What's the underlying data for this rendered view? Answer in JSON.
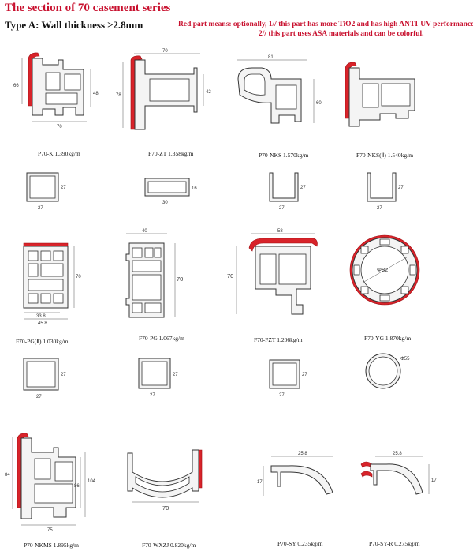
{
  "header": {
    "title": "The section of 70  casement series",
    "type_label": "Type A: Wall thickness ≥2.8mm",
    "note_line1": "Red part means: optionally, 1// this part has more TiO2 and has high ANTI-UV performance.",
    "note_line2": "2// this part uses ASA materials and can be colorful."
  },
  "colors": {
    "accent": "#c8102e",
    "outline": "#333333"
  },
  "profiles": [
    {
      "caption": "P70-K  1.390kg/m",
      "dims": [
        "66",
        "48",
        "70"
      ]
    },
    {
      "caption": "P70-ZT  1.358kg/m",
      "dims": [
        "70",
        "78",
        "42"
      ]
    },
    {
      "caption": "P70-NKS  1.570kg/m",
      "dims": [
        "81",
        "60"
      ]
    },
    {
      "caption": "P70-NKS(Ⅱ)  1.540kg/m",
      "dims": []
    },
    {
      "caption": "F70-PG(Ⅱ)  1.030kg/m",
      "dims": [
        "70",
        "33.8",
        "45.8"
      ]
    },
    {
      "caption": "F70-PG  1.067kg/m",
      "dims": [
        "40",
        "70"
      ]
    },
    {
      "caption": "F70-FZT  1.206kg/m",
      "dims": [
        "58",
        "70"
      ]
    },
    {
      "caption": "F70-YG  1.870kg/m",
      "dims": [
        "Φ82"
      ]
    },
    {
      "caption": "P70-NKMS  1.895kg/m",
      "dims": [
        "84",
        "104",
        "86",
        "75"
      ]
    },
    {
      "caption": "F70-WXZJ  0.820kg/m",
      "dims": [
        "70"
      ]
    },
    {
      "caption": "P70-SY  0.235kg/m",
      "dims": [
        "25.8",
        "17"
      ]
    },
    {
      "caption": "P70-SY-R  0.275kg/m",
      "dims": [
        "25.8",
        "17"
      ]
    }
  ],
  "steel": [
    {
      "dims": [
        "27",
        "27"
      ]
    },
    {
      "dims": [
        "30",
        "16"
      ]
    },
    {
      "dims": [
        "27",
        "27"
      ]
    },
    {
      "dims": [
        "27",
        "27"
      ]
    },
    {
      "dims": [
        "27",
        "27"
      ]
    },
    {
      "dims": [
        "27",
        "27"
      ]
    },
    {
      "dims": [
        "27",
        "27"
      ]
    },
    {
      "dims": [
        "Φ55"
      ]
    }
  ]
}
